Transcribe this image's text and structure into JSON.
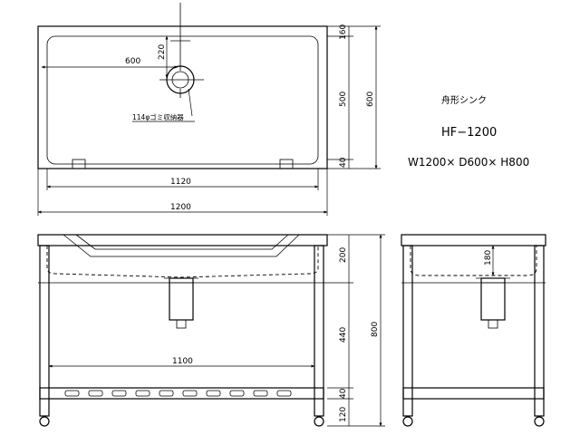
{
  "product": {
    "name": "舟形シンク",
    "model": "HF−1200",
    "size": "W1200× D600× H800"
  },
  "top_view": {
    "dim_width_outer": "1200",
    "dim_width_inner": "1120",
    "dim_drain_x": "600",
    "dim_drain_y": "220",
    "drain_note": "114φゴミ収納器",
    "dim_depth_total": "600",
    "dim_depth_top": "160",
    "dim_depth_bowl": "500",
    "dim_depth_bottom": "40"
  },
  "front_view": {
    "dim_leg_span": "1100",
    "dim_h_bowl": "200",
    "dim_h_middle": "440",
    "dim_h_shelf": "40",
    "dim_h_bottom": "120",
    "dim_h_total": "800"
  },
  "side_view": {
    "dim_bowl_depth": "180"
  }
}
